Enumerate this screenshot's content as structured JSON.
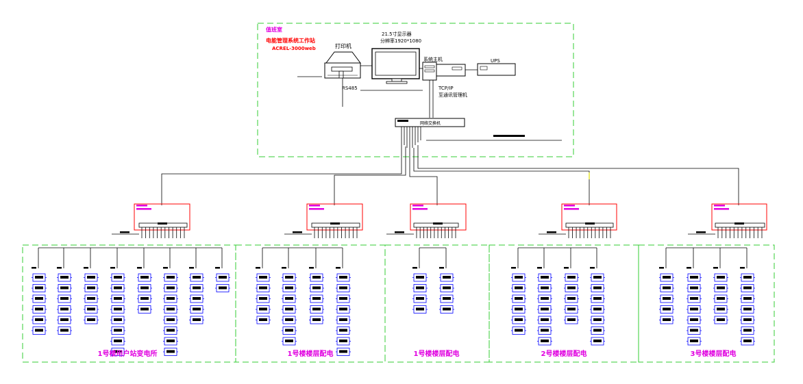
{
  "monitor_room": {
    "title": "值班室",
    "workstation_line1": "电能管理系统工作站",
    "workstation_line2": "ACREL-3000web"
  },
  "devices": {
    "printer": "打印机",
    "monitor_line1": "21.5寸显示器",
    "monitor_line2": "分辨率1920*1080",
    "host": "系统主机",
    "ups": "UPS",
    "rs485": "RS485",
    "tcpip_line1": "TCP/IP",
    "tcpip_line2": "至通讯管理机",
    "switch": "网络交换机"
  },
  "areas": [
    {
      "label": "1号楼用户站变电所"
    },
    {
      "label": "1号楼楼层配电"
    },
    {
      "label": "1号楼楼层配电"
    },
    {
      "label": "2号楼楼层配电"
    },
    {
      "label": "3号楼楼层配电"
    }
  ],
  "colors": {
    "monitor_border": "#33cc33",
    "gateway_border": "#ff0000",
    "label_magenta": "#e000e0",
    "meter_blue": "#0000ff",
    "line": "#000000"
  }
}
